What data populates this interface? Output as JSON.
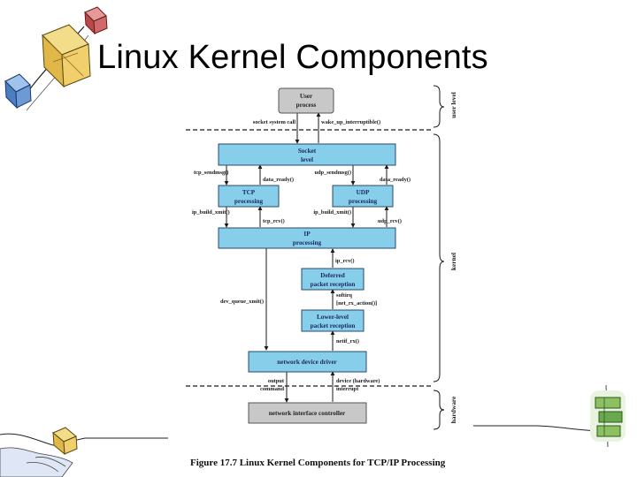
{
  "slide": {
    "title": "Linux Kernel Components",
    "caption": "Figure 17.7  Linux Kernel Components for TCP/IP Processing"
  },
  "diagram": {
    "boxes": {
      "user_process": [
        "User",
        "process"
      ],
      "socket_level": [
        "Socket",
        "level"
      ],
      "tcp_processing": [
        "TCP",
        "processing"
      ],
      "udp_processing": [
        "UDP",
        "processing"
      ],
      "ip_processing": [
        "IP",
        "processing"
      ],
      "deferred_packet_reception": [
        "Deferred",
        "packet reception"
      ],
      "lower_level_packet_reception": [
        "Lower-level",
        "packet reception"
      ],
      "network_device_driver": "network device driver",
      "network_interface_controller": "network interface controller"
    },
    "calls": {
      "socket_system_call": "socket system call",
      "wake_up_interruptible": "wake_up_interruptible()",
      "tcp_sendmsg": "tcp_sendmsg()",
      "udp_sendmsg": "udp_sendmsg()",
      "data_ready_tcp": "data_ready()",
      "data_ready_udp": "data_ready()",
      "ip_build_xmit_tcp": "ip_build_xmit()",
      "tcp_rcv": "tcp_rcv()",
      "ip_build_xmit_udp": "ip_build_xmit()",
      "udp_rcv": "udp_rcv()",
      "ip_rcv": "ip_rcv()",
      "softirq": "softirq",
      "net_rx_action": "[net_rx_action()]",
      "dev_queue_xmit": "dev_queue_xmit()",
      "netif_rx": "netif_rx()",
      "output": "output",
      "command": "command",
      "device_hardware": "device (hardware)",
      "interrupt": "interrupt"
    },
    "levels": {
      "user_level": "user level",
      "kernel": "kernel",
      "hardware": "hardware"
    },
    "colors": {
      "box_fill": "#87ceeb",
      "gray_box_fill": "#c8c8c8"
    }
  },
  "decorations": {
    "icons": [
      "cube-cluster-icon",
      "hand-holding-cube-icon",
      "stacked-blocks-icon"
    ]
  }
}
